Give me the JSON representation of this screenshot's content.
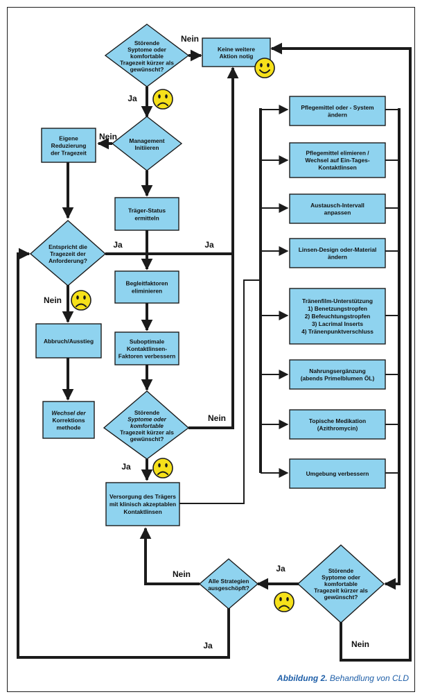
{
  "colors": {
    "box_fill": "#8fd3ef",
    "box_stroke": "#1b1b1b",
    "line": "#1b1b1b",
    "smiley": "#f6e11a",
    "caption": "#1f5fa8"
  },
  "nodes": {
    "d1": [
      "Störende",
      "Syptome oder",
      "komfortable",
      "Tragezeit kürzer als",
      "gewünscht?"
    ],
    "keine": [
      "Keine weitere",
      "Aktion notig"
    ],
    "management": [
      "Management",
      "Initiieren"
    ],
    "eigene": [
      "Eigene",
      "Reduzierung",
      "der Tragezeit"
    ],
    "entspricht": [
      "Entspricht die",
      "Tragezeit der",
      "Anforderung?"
    ],
    "status": [
      "Träger-Status",
      "ermitteln"
    ],
    "begleit": [
      "Begleitfaktoren",
      "eliminieren"
    ],
    "subopt": [
      "Suboptimale",
      "Kontaktlinsen-",
      "Faktoren verbessern"
    ],
    "abbruch": [
      "Abbruch/Ausstieg"
    ],
    "wechsel": [
      "Wechsel der",
      "Korrektions",
      "methode"
    ],
    "d2": [
      "Störende",
      "Syptome oder",
      "komfortable",
      "Tragezeit kürzer als",
      "gewünscht?"
    ],
    "versorgung": [
      "Versorgung des Trägers",
      "mit klinisch akzeptablen",
      "Kontaktlinsen"
    ],
    "alle": [
      "Alle Strategien",
      "ausgeschöpft?"
    ],
    "d3": [
      "Störende",
      "Syptome oder",
      "komfortable",
      "Tragezeit kürzer als",
      "gewünscht?"
    ],
    "s1": [
      "Pflegemittel oder - System",
      "ändern"
    ],
    "s2": [
      "Pflegemittel elimieren /",
      "Wechsel auf Ein-Tages-",
      "Kontaktlinsen"
    ],
    "s3": [
      "Austausch-Intervall",
      "anpassen"
    ],
    "s4": [
      "Linsen-Design oder-Material",
      "ändern"
    ],
    "s5": [
      "Tränenfilm-Unterstützung",
      "1) Benetzungstropfen",
      "2) Befeuchtungstropfen",
      "3) Lacrimal Inserts",
      "4) Tränenpunktverschluss"
    ],
    "s6": [
      "Nahrungsergänzung",
      "(abends Primelblumen ÖL)"
    ],
    "s7": [
      "Topische Medikation",
      "(Azithromycin)"
    ],
    "s8": [
      "Umgebung verbessern"
    ]
  },
  "edge_labels": {
    "nein_d1": "Nein",
    "ja_d1": "Ja",
    "nein_mgmt": "Nein",
    "ja_entspricht": "Ja",
    "ja_entspricht_right": "Ja",
    "nein_entspricht": "Nein",
    "nein_d2": "Nein",
    "ja_d2": "Ja",
    "nein_alle": "Nein",
    "ja_d3": "Ja",
    "ja_alle": "Ja",
    "nein_d3": "Nein"
  },
  "caption": {
    "bold": "Abbildung 2.",
    "rest": " Behandlung von CLD"
  }
}
